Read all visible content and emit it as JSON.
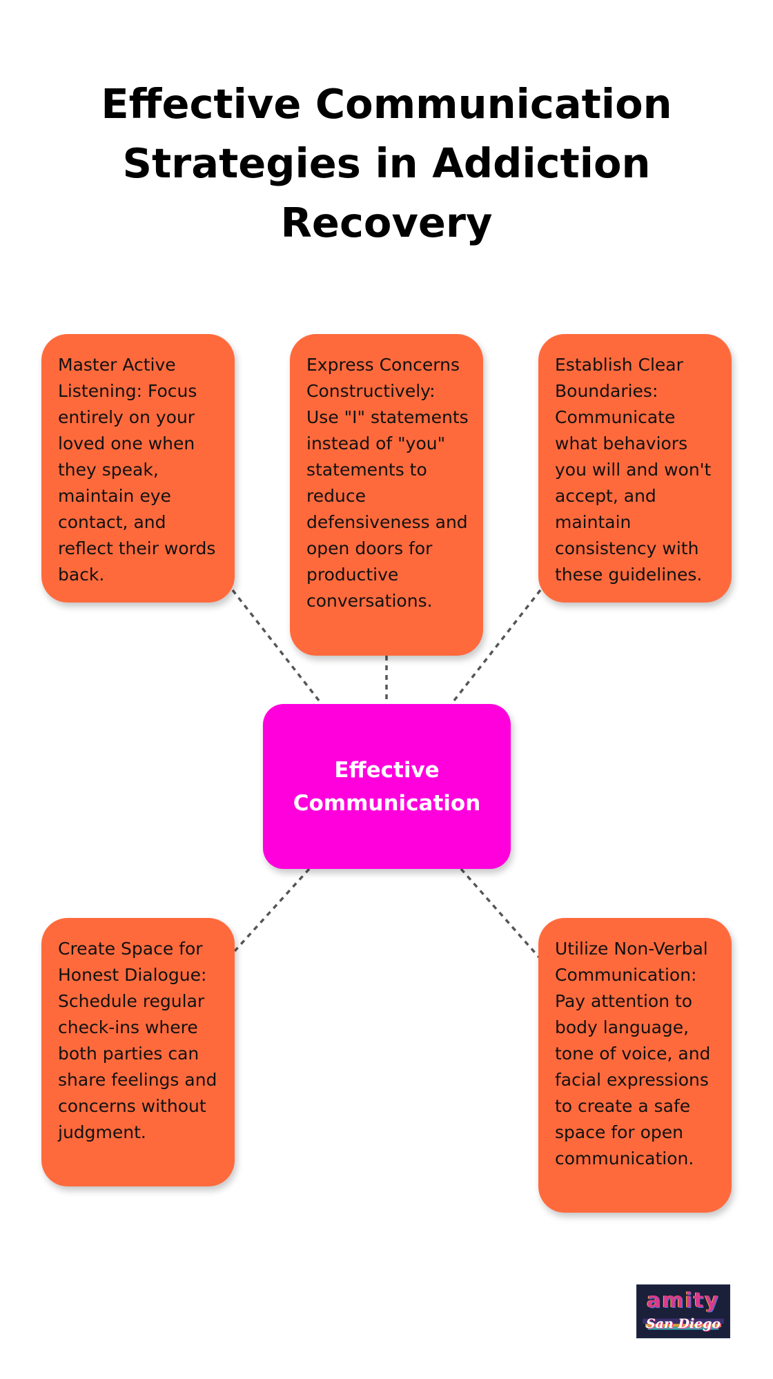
{
  "title": "Effective Communication Strategies in Addiction Recovery",
  "center": {
    "label": "Effective Communication"
  },
  "nodes": [
    {
      "text": "Master Active Listening: Focus entirely on your loved one when they speak, maintain eye contact, and reflect their words back."
    },
    {
      "text": "Express Concerns Constructively: Use \"I\" statements instead of \"you\" statements to reduce defensiveness and open doors for productive conversations."
    },
    {
      "text": "Establish Clear Boundaries: Communicate what behaviors you will and won't accept, and maintain consistency with these guidelines."
    },
    {
      "text": "Create Space for Honest Dialogue: Schedule regular check-ins where both parties can share feelings and concerns without judgment."
    },
    {
      "text": "Utilize Non-Verbal Communication: Pay attention to body language, tone of voice, and facial expressions to create a safe space for open communication."
    }
  ],
  "logo": {
    "word": "amity",
    "sub": "San Diego"
  },
  "colors": {
    "node_fill": "#ff6a3d",
    "center_fill": "#ff00dd",
    "connector": "#555555",
    "title": "#000000"
  }
}
